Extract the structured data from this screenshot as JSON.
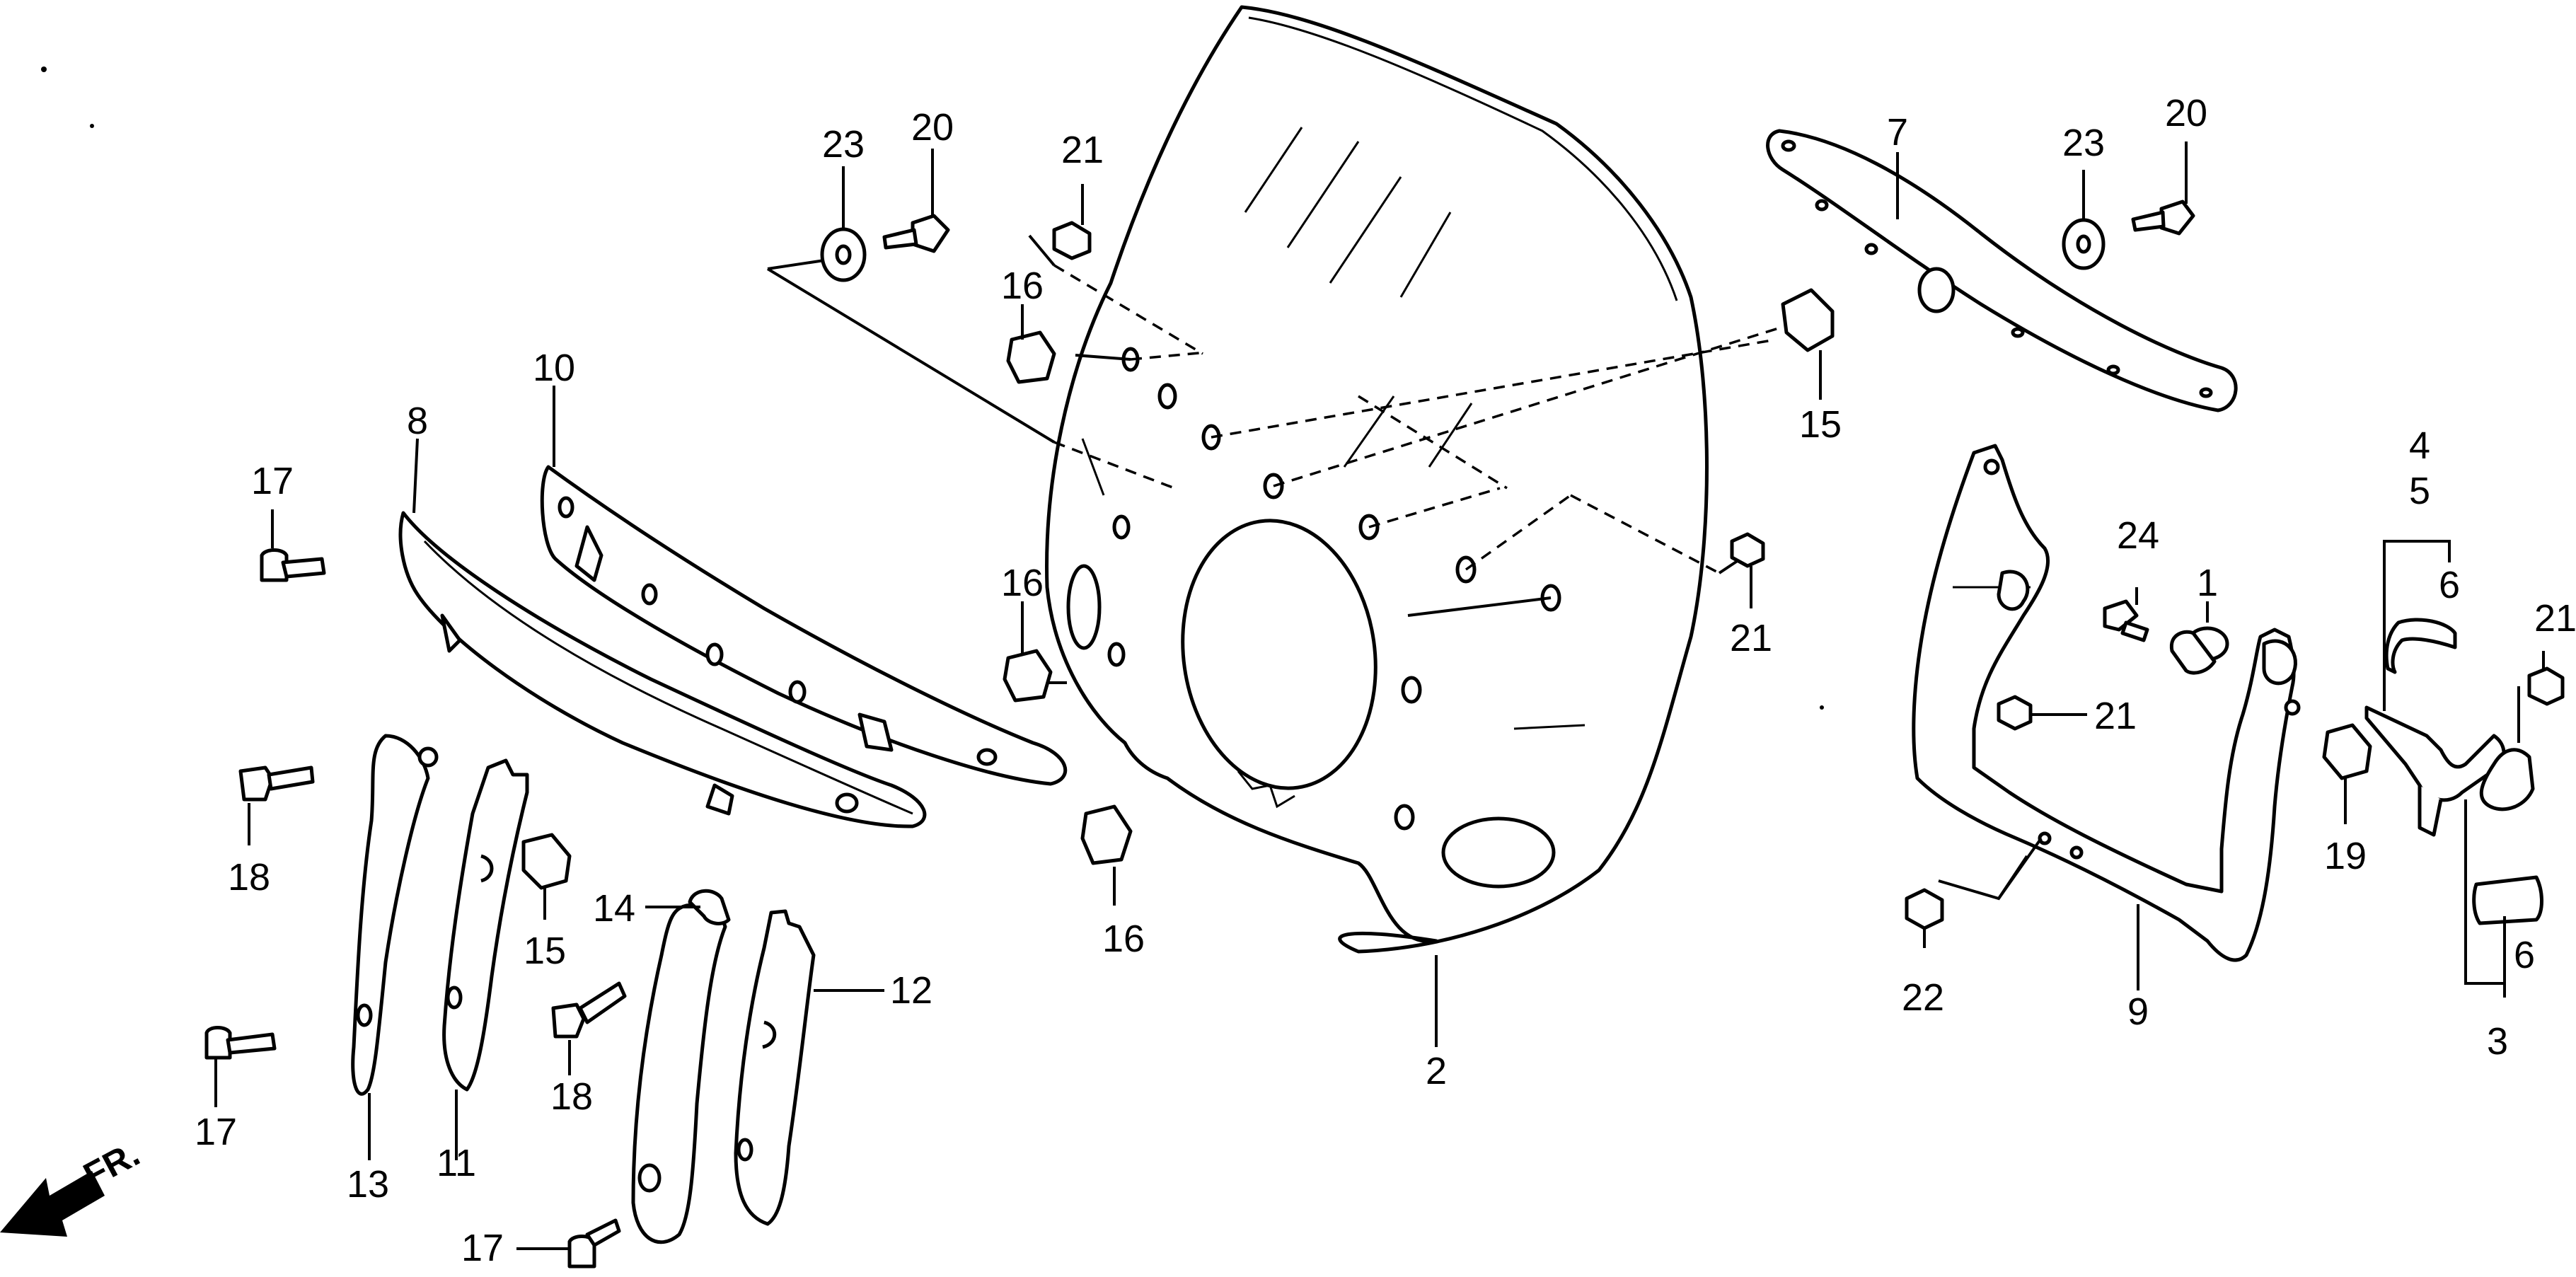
{
  "direction_marker": "FR.",
  "callouts": {
    "c1": "1",
    "c2": "2",
    "c3": "3",
    "c4": "4",
    "c5": "5",
    "c6a": "6",
    "c6b": "6",
    "c7": "7",
    "c8": "8",
    "c9": "9",
    "c10": "10",
    "c11": "11",
    "c12": "12",
    "c13": "13",
    "c14": "14",
    "c15a": "15",
    "c15b": "15",
    "c16a": "16",
    "c16b": "16",
    "c16c": "16",
    "c17a": "17",
    "c17b": "17",
    "c17c": "17",
    "c18a": "18",
    "c18b": "18",
    "c19": "19",
    "c20a": "20",
    "c20b": "20",
    "c21a": "21",
    "c21b": "21",
    "c21c": "21",
    "c21d": "21",
    "c22": "22",
    "c23a": "23",
    "c23b": "23",
    "c24": "24"
  }
}
